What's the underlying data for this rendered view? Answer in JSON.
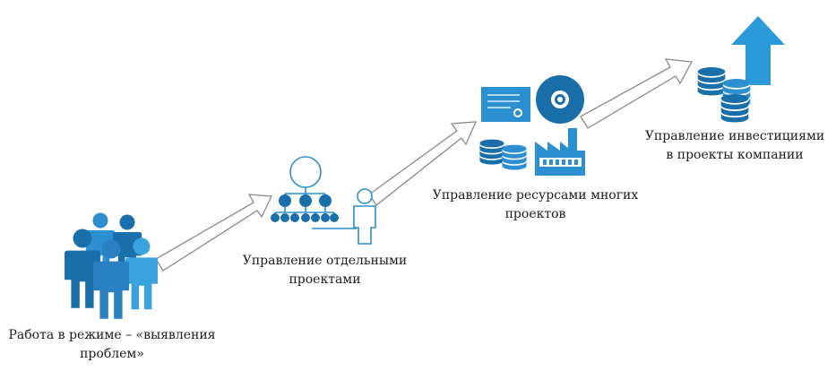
{
  "colors": {
    "dark_blue": "#1a6fab",
    "mid_blue": "#2c8fd0",
    "light_blue": "#3aa3dd",
    "pale_blue": "#5bbde8",
    "outline": "#2a8fcd",
    "arrow_stroke": "#8b8b8b",
    "text": "#1c1c1c"
  },
  "icons": {
    "stage_1": "people-group-icon",
    "stage_2": "org-chart-icon",
    "stage_3": "resources-icons",
    "stage_4": "investment-growth-icon"
  },
  "stages": [
    {
      "lines": [
        "Работа в режиме – «выявления",
        "проблем»"
      ]
    },
    {
      "lines": [
        "Управление отдельными",
        "проектами"
      ]
    },
    {
      "lines": [
        "Управление ресурсами многих",
        "проектов"
      ]
    },
    {
      "lines": [
        "Управление инвестициями",
        "в проекты компании"
      ]
    }
  ]
}
